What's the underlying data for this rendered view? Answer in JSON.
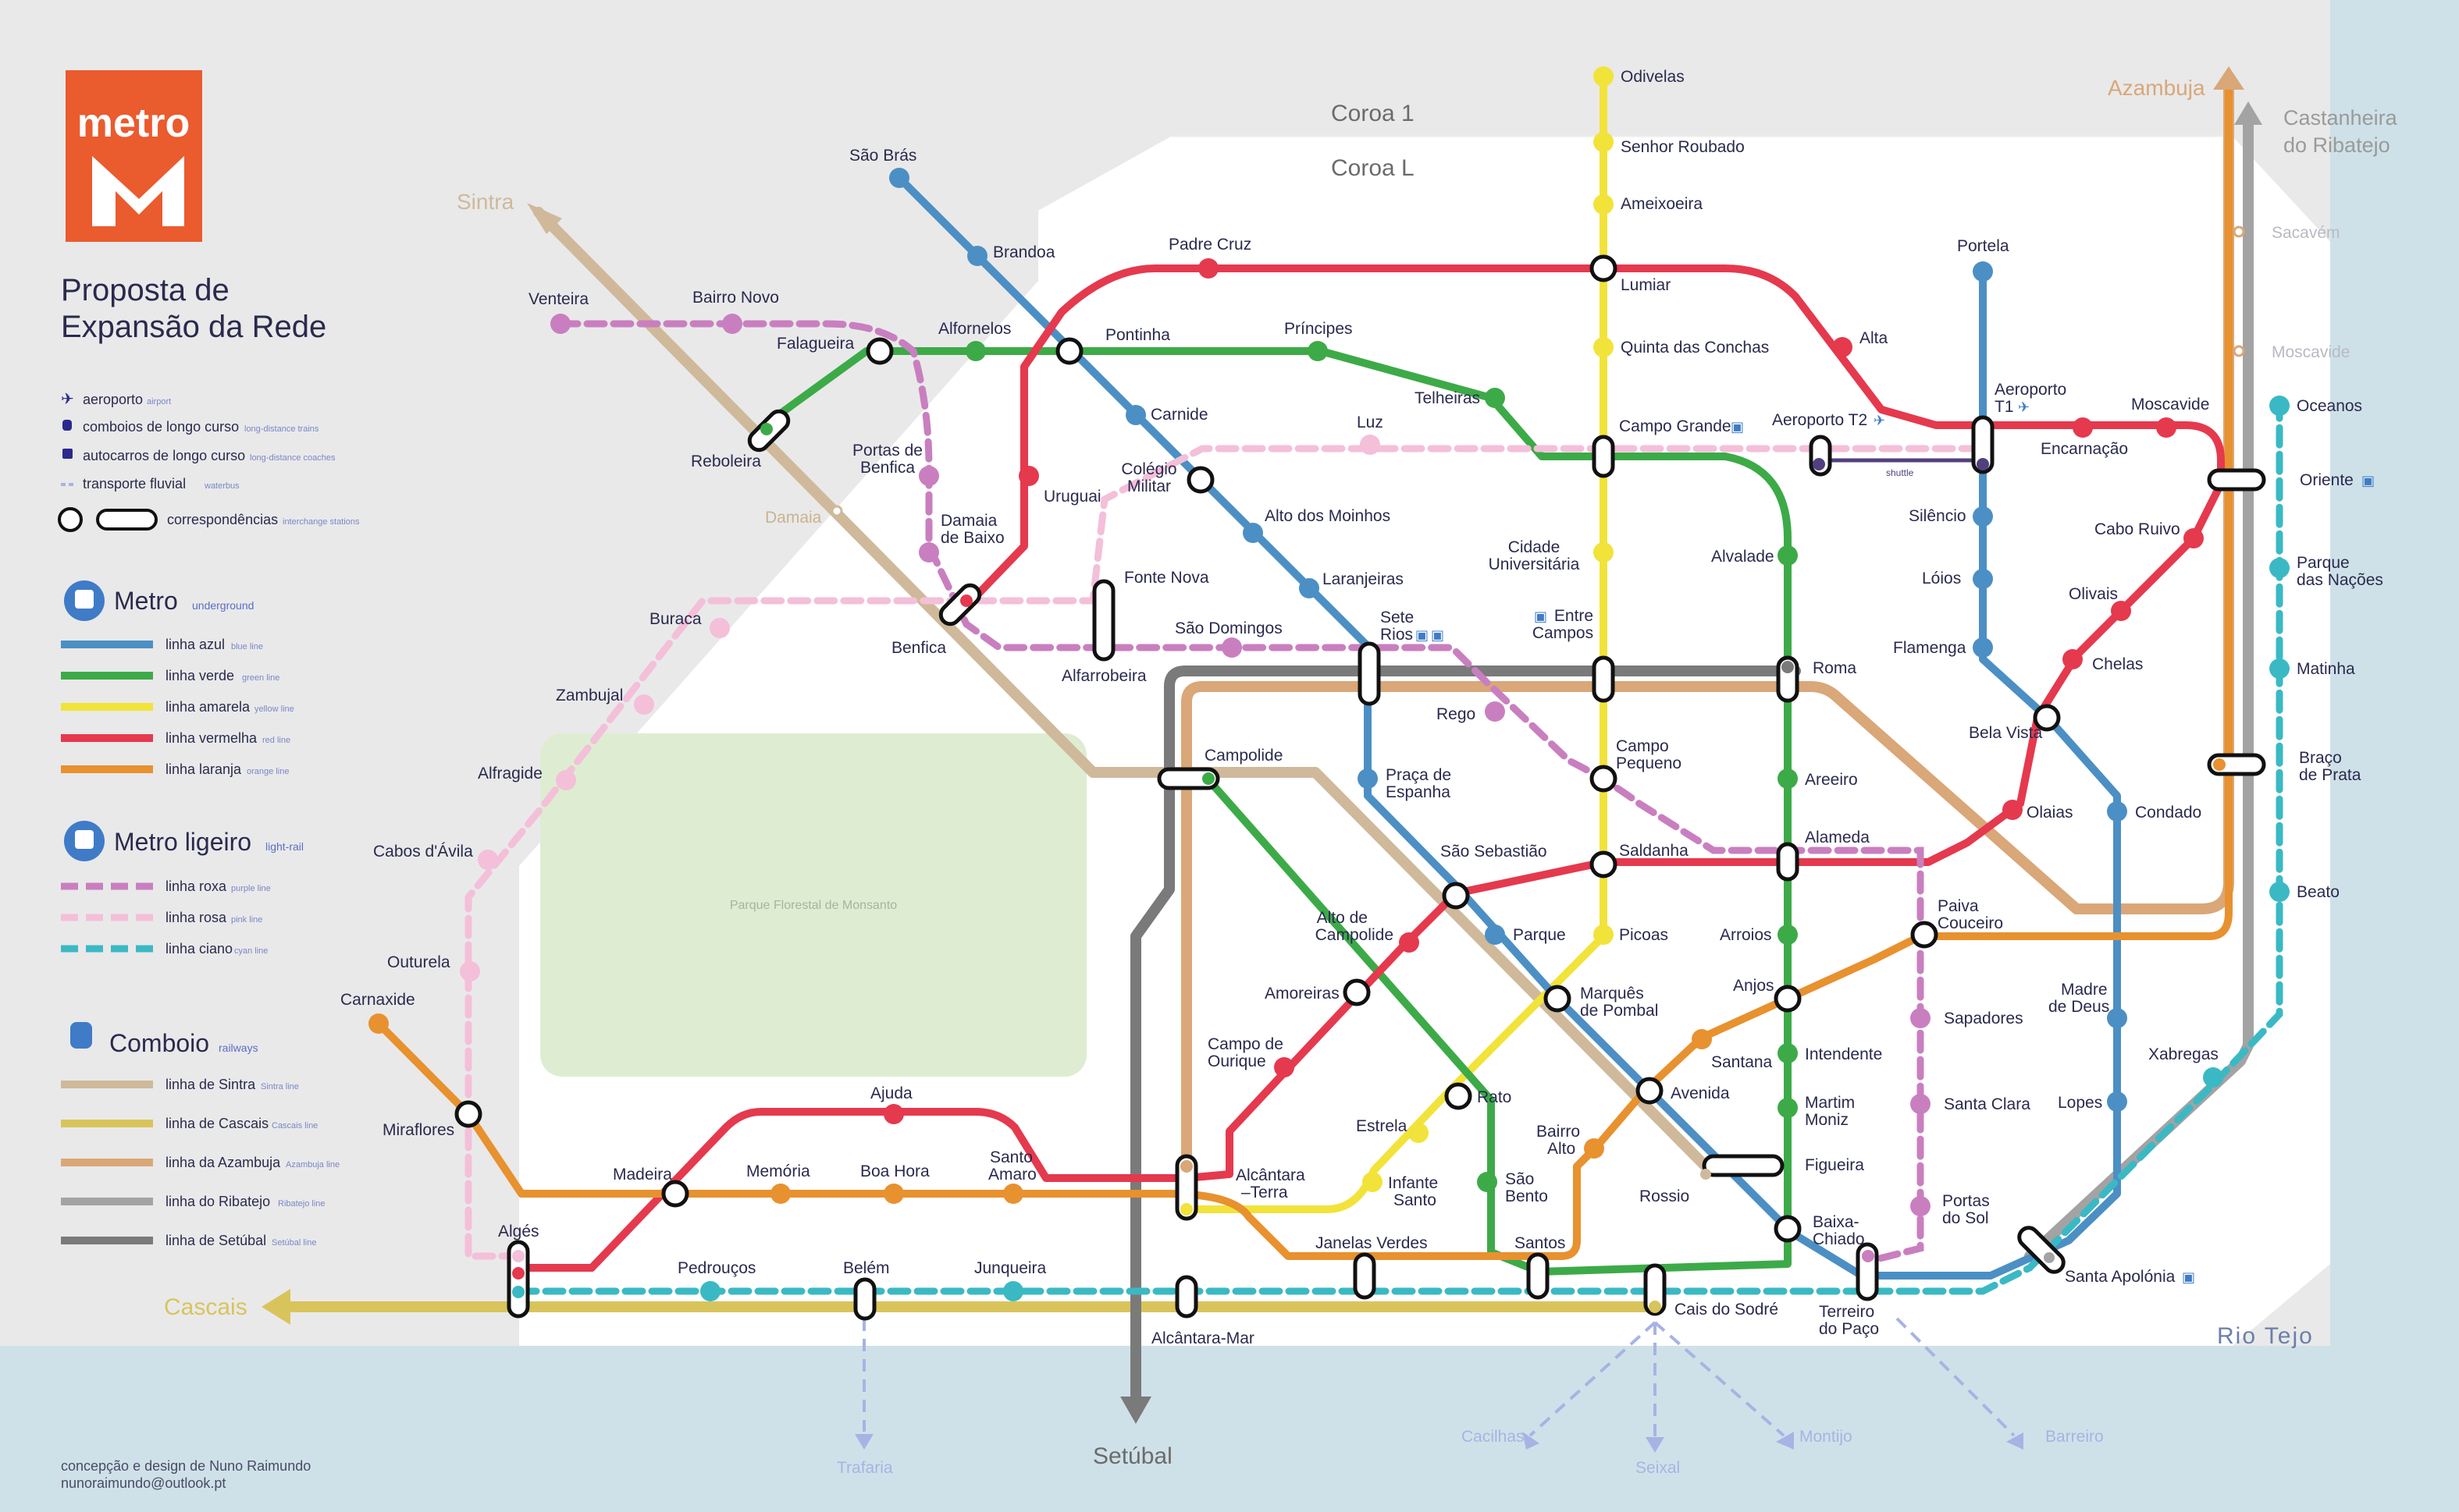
{
  "title_lines": [
    "Proposta de",
    "Expansão da Rede"
  ],
  "brand": "metro",
  "zones": [
    "Coroa 1",
    "Coroa L"
  ],
  "park": "Parque Florestal de Monsanto",
  "river": "Rio Tejo",
  "credits": [
    "concepção e design de Nuno Raimundo",
    "nunoraimundo@outlook.pt"
  ],
  "legend_icons": [
    {
      "label": "aeroporto",
      "sub": "airport",
      "icon": "airplane-icon"
    },
    {
      "label": "comboios de longo curso",
      "sub": "long-distance trains",
      "icon": "train-icon"
    },
    {
      "label": "autocarros de longo curso",
      "sub": "long-distance coaches",
      "icon": "bus-icon"
    },
    {
      "label": "transporte fluvial",
      "sub": "waterbus",
      "icon": "ferry-dash"
    },
    {
      "label": "correspondências",
      "sub": "interchange stations",
      "icon": "interchange-symbol"
    }
  ],
  "legend_groups": [
    {
      "title": "Metro",
      "sub": "underground",
      "icon": "metro-icon",
      "lines": [
        {
          "label": "linha azul",
          "sub": "blue line",
          "color": "#4c8fc4",
          "dashed": false
        },
        {
          "label": "linha verde",
          "sub": "green line",
          "color": "#3daa48",
          "dashed": false
        },
        {
          "label": "linha amarela",
          "sub": "yellow line",
          "color": "#f2e33a",
          "dashed": false
        },
        {
          "label": "linha vermelha",
          "sub": "red line",
          "color": "#e5394e",
          "dashed": false
        },
        {
          "label": "linha laranja",
          "sub": "orange line",
          "color": "#e8912f",
          "dashed": false
        }
      ]
    },
    {
      "title": "Metro ligeiro",
      "sub": "light-rail",
      "icon": "light-rail-icon",
      "lines": [
        {
          "label": "linha roxa",
          "sub": "purple line",
          "color": "#c97fbf",
          "dashed": true
        },
        {
          "label": "linha rosa",
          "sub": "pink line",
          "color": "#f4bfd9",
          "dashed": true
        },
        {
          "label": "linha ciano",
          "sub": "cyan line",
          "color": "#3ab9c4",
          "dashed": true
        }
      ]
    },
    {
      "title": "Comboio",
      "sub": "railways",
      "icon": "railway-icon",
      "lines": [
        {
          "label": "linha de Sintra",
          "sub": "Sintra line",
          "color": "#cfb99a",
          "dashed": false
        },
        {
          "label": "linha de Cascais",
          "sub": "Cascais line",
          "color": "#d9c45c",
          "dashed": false
        },
        {
          "label": "linha da Azambuja",
          "sub": "Azambuja line",
          "color": "#d9a778",
          "dashed": false
        },
        {
          "label": "linha do Ribatejo",
          "sub": "Ribatejo line",
          "color": "#a3a3a3",
          "dashed": false
        },
        {
          "label": "linha de Setúbal",
          "sub": "Setúbal line",
          "color": "#7a7a7a",
          "dashed": false
        }
      ]
    }
  ],
  "destinations": {
    "sintra": "Sintra",
    "cascais": "Cascais",
    "setubal": "Setúbal",
    "azambuja": "Azambuja",
    "castanheira": [
      "Castanheira",
      "do Ribatejo"
    ],
    "sacavem": "Sacavém",
    "moscavide_rail": "Moscavide",
    "damaia_rail": "Damaia",
    "shuttle": "shuttle"
  },
  "ferries": [
    "Trafaria",
    "Cacilhas",
    "Seixal",
    "Montijo",
    "Barreiro"
  ],
  "stations": {
    "odivelas": "Odivelas",
    "senhor_roubado": "Senhor Roubado",
    "ameixoeira": "Ameixoeira",
    "lumiar": "Lumiar",
    "quinta_conchas": "Quinta das Conchas",
    "campo_grande": "Campo Grande",
    "cidade_univ": [
      "Cidade",
      "Universitária"
    ],
    "entre_campos": [
      "Entre",
      "Campos"
    ],
    "campo_pequeno": [
      "Campo",
      "Pequeno"
    ],
    "saldanha": "Saldanha",
    "picoas": "Picoas",
    "marques": [
      "Marquês",
      "de Pombal"
    ],
    "rato": "Rato",
    "estrela": "Estrela",
    "infante_santo": [
      "Infante",
      "Santo"
    ],
    "alcantara_terra": [
      "Alcântara",
      "–Terra"
    ],
    "alcantara_mar": "Alcântara-Mar",
    "sao_bras": "São Brás",
    "brandoa": "Brandoa",
    "pontinha": "Pontinha",
    "carnide": "Carnide",
    "colegio_militar": [
      "Colégio",
      "Militar"
    ],
    "alto_moinhos": "Alto dos Moinhos",
    "laranjeiras": "Laranjeiras",
    "sete_rios": [
      "Sete",
      "Rios"
    ],
    "praca_espanha": [
      "Praça de",
      "Espanha"
    ],
    "sao_sebastiao": "São Sebastião",
    "parque": "Parque",
    "avenida": "Avenida",
    "rossio": "Rossio",
    "baixa_chiado": [
      "Baixa-",
      "Chiado"
    ],
    "terreiro_paco": [
      "Terreiro",
      "do Paço"
    ],
    "santa_apolonia": "Santa Apolónia",
    "portela": "Portela",
    "aeroporto_t1": [
      "Aeroporto",
      "T1"
    ],
    "silencio": "Silêncio",
    "loios": "Lóios",
    "flamenga": "Flamenga",
    "bela_vista": "Bela Vista",
    "condado": "Condado",
    "madre_deus": [
      "Madre",
      "de Deus"
    ],
    "lopes": "Lopes",
    "padre_cruz": "Padre Cruz",
    "uruguai": "Uruguai",
    "benfica": "Benfica",
    "alfornelos": "Alfornelos",
    "principes": "Príncipes",
    "telheiras": "Telheiras",
    "alvalade": "Alvalade",
    "roma": "Roma",
    "areeiro": "Areeiro",
    "alameda": "Alameda",
    "arroios": "Arroios",
    "anjos": "Anjos",
    "intendente": "Intendente",
    "martim_moniz": [
      "Martim",
      "Moniz"
    ],
    "figueira": "Figueira",
    "cais_sodre": "Cais do Sodré",
    "alta": "Alta",
    "encarnacao": "Encarnação",
    "moscavide": "Moscavide",
    "oriente": "Oriente",
    "cabo_ruivo": "Cabo Ruivo",
    "olivais": "Olivais",
    "chelas": "Chelas",
    "olaias": "Olaias",
    "aeroporto_t2": "Aeroporto T2",
    "venteira": "Venteira",
    "bairro_novo": "Bairro Novo",
    "falagueira": "Falagueira",
    "reboleira": "Reboleira",
    "portas_benfica": [
      "Portas de",
      "Benfica"
    ],
    "damaia_baixo": [
      "Damaia",
      "de Baixo"
    ],
    "alfarrobeira": "Alfarrobeira",
    "fonte_nova": "Fonte Nova",
    "sao_domingos": "São Domingos",
    "rego": "Rego",
    "luz": "Luz",
    "paiva_couceiro": [
      "Paiva",
      "Couceiro"
    ],
    "sapadores": "Sapadores",
    "santa_clara": "Santa Clara",
    "portas_sol": [
      "Portas",
      "do Sol"
    ],
    "buraca": "Buraca",
    "zambujal": "Zambujal",
    "alfragide": "Alfragide",
    "cabos_avila": "Cabos d'Ávila",
    "outurela": "Outurela",
    "carnaxide": "Carnaxide",
    "miraflores": "Miraflores",
    "alges": "Algés",
    "madeira": "Madeira",
    "memoria": "Memória",
    "boa_hora": "Boa Hora",
    "santo_amaro": [
      "Santo",
      "Amaro"
    ],
    "ajuda": "Ajuda",
    "campolide": "Campolide",
    "alto_campolide": [
      "Alto de",
      "Campolide"
    ],
    "amoreiras": "Amoreiras",
    "campo_ourique": [
      "Campo de",
      "Ourique"
    ],
    "bairro_alto": [
      "Bairro",
      "Alto"
    ],
    "sao_bento": [
      "São",
      "Bento"
    ],
    "santana": "Santana",
    "janelas_verdes": "Janelas Verdes",
    "santos": "Santos",
    "pedroucos": "Pedrouços",
    "belem": "Belém",
    "junqueira": "Junqueira",
    "oceanos": "Oceanos",
    "parque_nacoes": [
      "Parque",
      "das Nações"
    ],
    "matinha": "Matinha",
    "braco_prata": [
      "Braço",
      "de Prata"
    ],
    "beato": "Beato",
    "xabregas": "Xabregas"
  }
}
